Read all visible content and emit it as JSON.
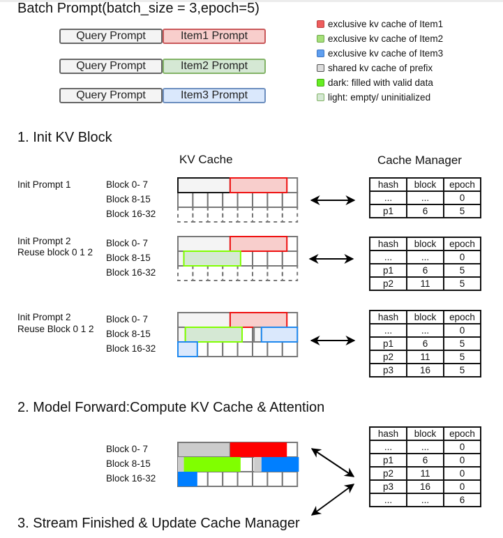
{
  "title": "Batch Prompt(batch_size = 3,epoch=5)",
  "prompts": [
    {
      "query": "Query Prompt",
      "item": "Item1 Prompt",
      "item_key": "item1"
    },
    {
      "query": "Query Prompt",
      "item": "Item2 Prompt",
      "item_key": "item2"
    },
    {
      "query": "Query Prompt",
      "item": "Item3 Prompt",
      "item_key": "item3"
    }
  ],
  "legend": [
    {
      "label": "exclusive kv cache of Item1",
      "fill": "#ee5d5d",
      "border": "#b94040"
    },
    {
      "label": "exclusive kv cache of Item2",
      "fill": "#a6e07a",
      "border": "#6ea84a"
    },
    {
      "label": "exclusive kv cache of Item3",
      "fill": "#5f9ff0",
      "border": "#3c73c0"
    },
    {
      "label": "shared kv cache of prefix",
      "fill": "#dcdcdc",
      "border": "#555555"
    },
    {
      "label": "dark: filled with valid data",
      "fill": "#66ee22",
      "border": "#44aa11"
    },
    {
      "label": "light: empty/ uninitialized",
      "fill": "#d5e8d4",
      "border": "#82b366"
    }
  ],
  "colors": {
    "item1_light": "#f8cecc",
    "item1_dark": "#ff0000",
    "item1_border": "#ee1111",
    "item2_light": "#d5e8d4",
    "item2_dark": "#80ff00",
    "item2_border": "#80ff00",
    "item3_light": "#dae8fc",
    "item3_dark": "#007fff",
    "item3_border": "#1e88ee",
    "prefix_light": "#f4f4f4",
    "prefix_dark": "#cccccc",
    "prefix_border": "#111111",
    "grid": "#777777"
  },
  "section1": {
    "heading": "1. Init KV Block",
    "kv_cache_heading": "KV Cache",
    "cache_manager_heading": "Cache Manager",
    "steps": [
      {
        "labels": [
          "Init Prompt 1"
        ],
        "block_labels": [
          "Block   0-  7",
          "Block   8-15",
          "Block 16-32"
        ],
        "table": {
          "header": [
            "hash",
            "block",
            "epoch"
          ],
          "rows": [
            [
              "...",
              "...",
              "0"
            ],
            [
              "p1",
              "6",
              "5"
            ]
          ]
        }
      },
      {
        "labels": [
          "Init Prompt 2",
          "Reuse block 0 1 2"
        ],
        "block_labels": [
          "Block   0-  7",
          "Block   8-15",
          "Block 16-32"
        ],
        "table": {
          "header": [
            "hash",
            "block",
            "epoch"
          ],
          "rows": [
            [
              "...",
              "...",
              "0"
            ],
            [
              "p1",
              "6",
              "5"
            ],
            [
              "p2",
              "11",
              "5"
            ]
          ]
        }
      },
      {
        "labels": [
          "Init Prompt 2",
          "Reuse Block 0 1 2"
        ],
        "block_labels": [
          "Block   0-  7",
          "Block   8-15",
          "Block 16-32"
        ],
        "table": {
          "header": [
            "hash",
            "block",
            "epoch"
          ],
          "rows": [
            [
              "...",
              "...",
              "0"
            ],
            [
              "p1",
              "6",
              "5"
            ],
            [
              "p2",
              "11",
              "5"
            ],
            [
              "p3",
              "16",
              "5"
            ]
          ]
        }
      }
    ]
  },
  "section2": {
    "heading": "2. Model Forward:Compute KV Cache & Attention",
    "block_labels": [
      "Block   0-  7",
      "Block   8-15",
      "Block 16-32"
    ],
    "table": {
      "header": [
        "hash",
        "block",
        "epoch"
      ],
      "rows": [
        [
          "...",
          "...",
          "0"
        ],
        [
          "p1",
          "6",
          "0"
        ],
        [
          "p2",
          "11",
          "0"
        ],
        [
          "p3",
          "16",
          "0"
        ],
        [
          "...",
          "...",
          "6"
        ]
      ]
    }
  },
  "section3": {
    "heading": "3. Stream Finished & Update Cache Manager"
  }
}
